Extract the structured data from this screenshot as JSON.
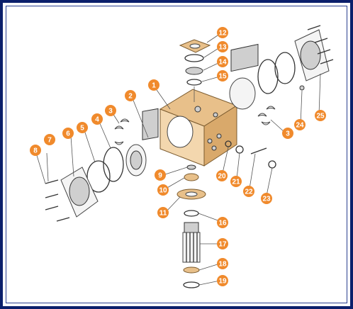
{
  "diagram": {
    "callouts": [
      "1",
      "2",
      "3",
      "4",
      "5",
      "6",
      "7",
      "8",
      "9",
      "10",
      "11",
      "12",
      "13",
      "14",
      "15",
      "16",
      "17",
      "18",
      "19",
      "20",
      "21",
      "22",
      "23",
      "24",
      "25"
    ],
    "badge_color": "#f08a2c",
    "frame_color": "#0b1f6b",
    "body_color": "#e8c08a"
  }
}
